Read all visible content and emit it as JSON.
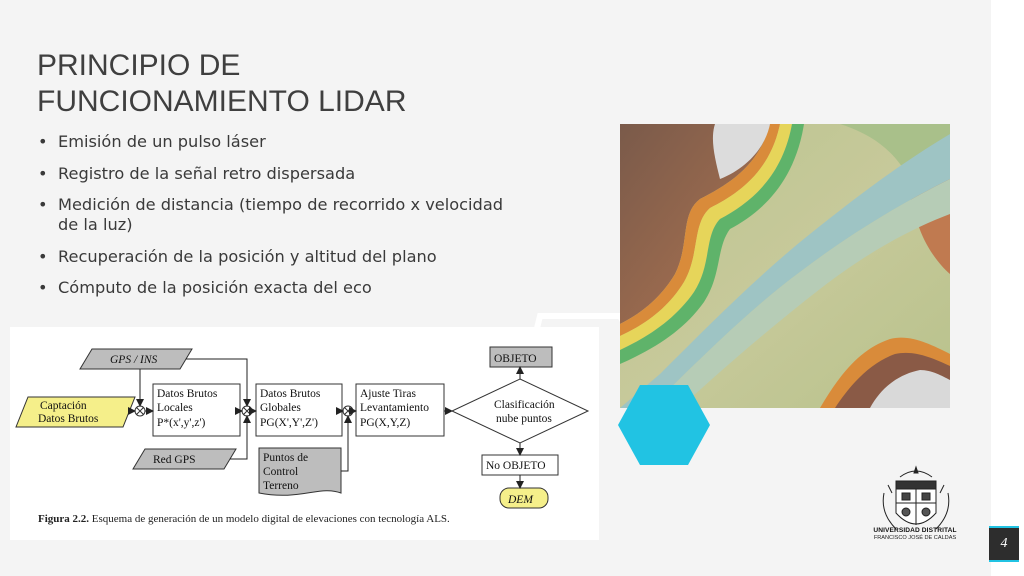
{
  "slide": {
    "title_line1": "PRINCIPIO DE",
    "title_line2": "FUNCIONAMIENTO LIDAR",
    "bullet_glyph": "•",
    "bullets": [
      "Emisión de un pulso láser",
      "Registro de la señal retro dispersada",
      "Medición de distancia (tiempo de recorrido x velocidad de la luz)",
      "Recuperación de la posición y altitud del plano",
      "Cómputo de la posición exacta del eco"
    ],
    "page_number": "4",
    "accent_color": "#21c3e3"
  },
  "figure": {
    "gps_ins": "GPS / INS",
    "captacion_1": "Captación",
    "captacion_2": "Datos Brutos",
    "locales_1": "Datos Brutos",
    "locales_2": "Locales",
    "locales_3": "P*(x',y',z')",
    "globales_1": "Datos Brutos",
    "globales_2": "Globales",
    "globales_3": "PG(X',Y',Z')",
    "ajuste_1": "Ajuste Tiras",
    "ajuste_2": "Levantamiento",
    "ajuste_3": "PG(X,Y,Z)",
    "clasif_1": "Clasificación",
    "clasif_2": "nube puntos",
    "objeto": "OBJETO",
    "no_objeto": "No OBJETO",
    "dem": "DEM",
    "red_gps": "Red GPS",
    "puntos_1": "Puntos de",
    "puntos_2": "Control",
    "puntos_3": "Terreno",
    "caption_label": "Figura 2.2.",
    "caption_text": " Esquema de generación de un modelo digital de elevaciones con tecnología ALS."
  },
  "logo": {
    "name": "UNIVERSIDAD DISTRITAL",
    "subtitle": "FRANCISCO JOSÉ DE CALDAS"
  }
}
